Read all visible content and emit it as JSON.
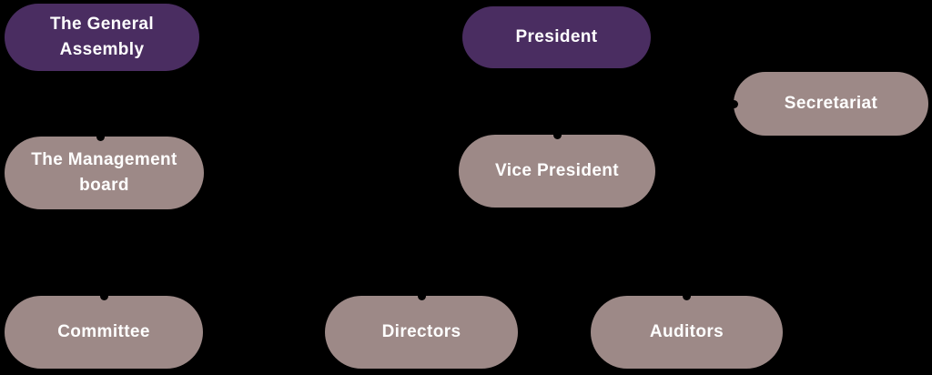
{
  "diagram": {
    "type": "org-chart",
    "background": "#000000",
    "colors": {
      "primary_node": "#4a2d61",
      "secondary_node": "#9d8987",
      "text": "#ffffff"
    },
    "nodes": [
      {
        "id": "general-assembly",
        "label": "The General Assembly",
        "variant": "purple",
        "level": 1
      },
      {
        "id": "president",
        "label": "President",
        "variant": "purple",
        "level": 1
      },
      {
        "id": "secretariat",
        "label": "Secretariat",
        "variant": "mauve",
        "level": 2
      },
      {
        "id": "management-board",
        "label": "The Management board",
        "variant": "mauve",
        "level": 2
      },
      {
        "id": "vice-president",
        "label": "Vice President",
        "variant": "mauve",
        "level": 2
      },
      {
        "id": "committee",
        "label": "Committee",
        "variant": "mauve",
        "level": 3
      },
      {
        "id": "directors",
        "label": "Directors",
        "variant": "mauve",
        "level": 3
      },
      {
        "id": "auditors",
        "label": "Auditors",
        "variant": "mauve",
        "level": 3
      }
    ],
    "edges": [
      {
        "from": "general-assembly",
        "to": "management-board"
      },
      {
        "from": "president",
        "to": "vice-president"
      },
      {
        "from": "president",
        "to": "secretariat"
      },
      {
        "from": "management-board",
        "to": "committee"
      },
      {
        "from": "vice-president",
        "to": "directors"
      },
      {
        "from": "vice-president",
        "to": "auditors"
      }
    ]
  }
}
